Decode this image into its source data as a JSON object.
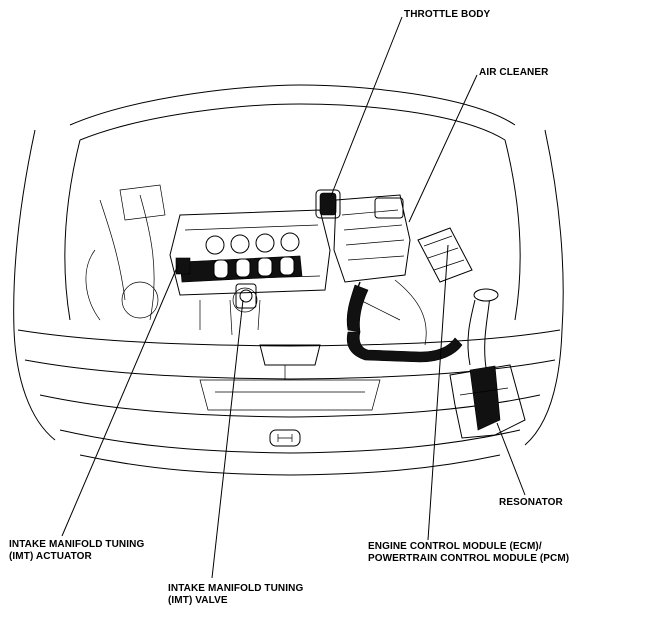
{
  "labels": {
    "throttle_body": "THROTTLE BODY",
    "air_cleaner": "AIR CLEANER",
    "imt_actuator_line1": "INTAKE MANIFOLD TUNING",
    "imt_actuator_line2": "(IMT) ACTUATOR",
    "imt_valve_line1": "INTAKE MANIFOLD TUNING",
    "imt_valve_line2": "(IMT) VALVE",
    "ecm_line1": "ENGINE CONTROL MODULE (ECM)/",
    "ecm_line2": "POWERTRAIN CONTROL MODULE (PCM)",
    "resonator": "RESONATOR"
  }
}
